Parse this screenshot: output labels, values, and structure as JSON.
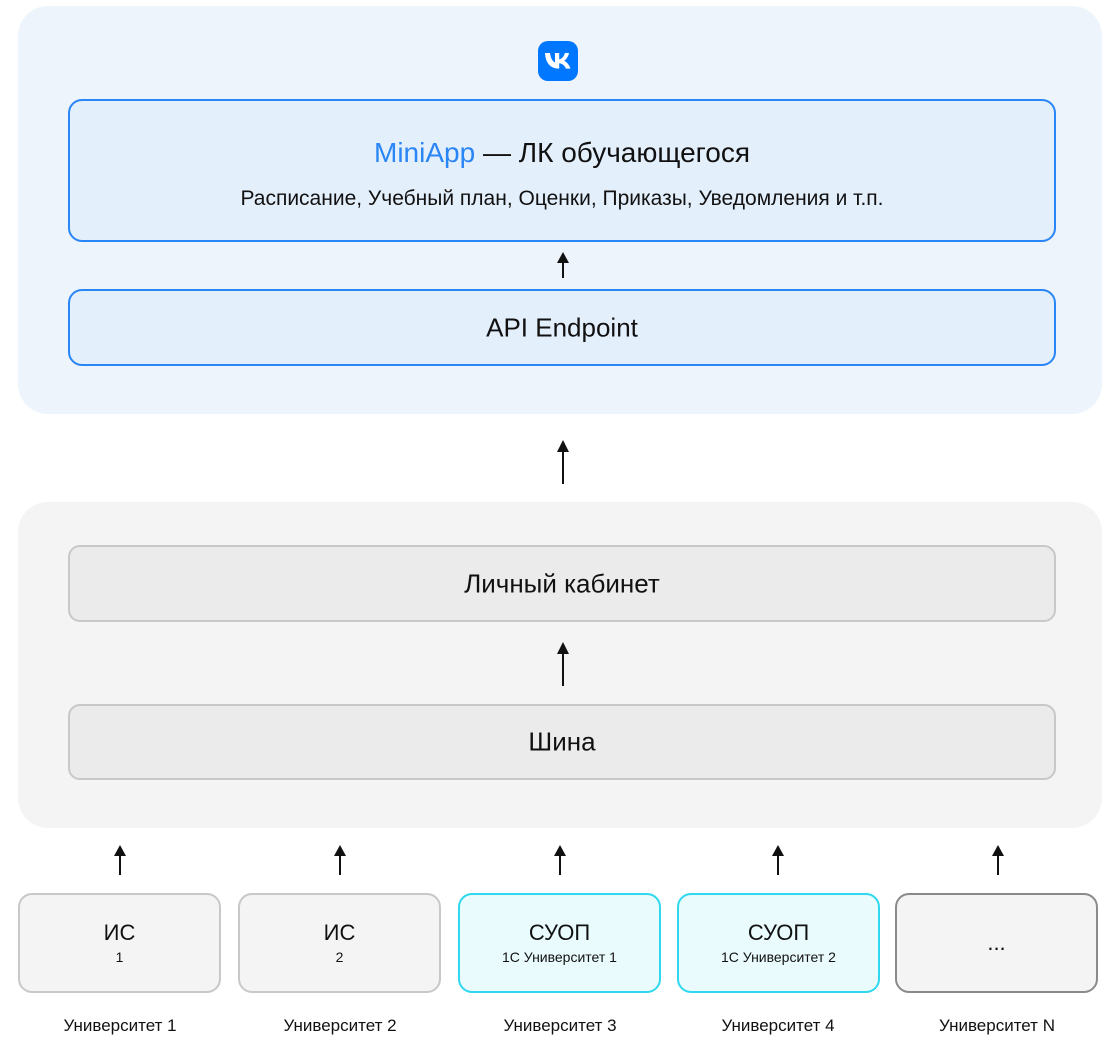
{
  "top_group": {
    "logo_icon": "vk-logo-icon",
    "miniapp": {
      "accent_text": "MiniApp",
      "title_rest": " — ЛК обучающегося",
      "subtitle": "Расписание, Учебный план, Оценки, Приказы, Уведомления и т.п."
    },
    "api_endpoint": "API Endpoint"
  },
  "bottom_group": {
    "personal_cabinet": "Личный кабинет",
    "bus": "Шина"
  },
  "systems": [
    {
      "title": "ИС",
      "subtitle": "1",
      "university": "Университет 1"
    },
    {
      "title": "ИС",
      "subtitle": "2",
      "university": "Университет 2"
    },
    {
      "title": "СУОП",
      "subtitle": "1С Университет 1",
      "university": "Университет 3"
    },
    {
      "title": "СУОП",
      "subtitle": "1С Университет 2",
      "university": "Университет 4"
    },
    {
      "title": "...",
      "subtitle": "",
      "university": "Университет N"
    }
  ],
  "colors": {
    "accent_blue": "#2a85f5",
    "vk_blue": "#0077ff",
    "cyan_border": "#2fd8ee"
  }
}
